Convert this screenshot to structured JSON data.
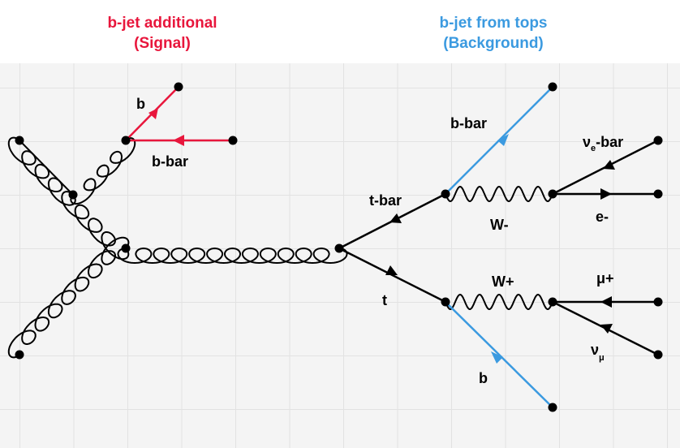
{
  "colors": {
    "signal": "#e8163c",
    "background": "#3b9ae0",
    "line": "#000000"
  },
  "headers": {
    "signal": {
      "line1": "b-jet additional",
      "line2": "(Signal)"
    },
    "background": {
      "line1": "b-jet from tops",
      "line2": "(Background)"
    }
  },
  "labels": {
    "b_signal": "b",
    "bbar_signal": "b-bar",
    "bbar_top": "b-bar",
    "tbar": "t-bar",
    "t": "t",
    "w_minus": "W-",
    "w_plus": "W+",
    "nu_e_bar_nu": "ν",
    "nu_e_bar_sub": "e",
    "nu_e_bar_suffix": "-bar",
    "e_minus": "e-",
    "mu_plus": "μ+",
    "nu_mu_nu": "ν",
    "nu_mu_sub": "μ",
    "b_bottom": "b"
  }
}
